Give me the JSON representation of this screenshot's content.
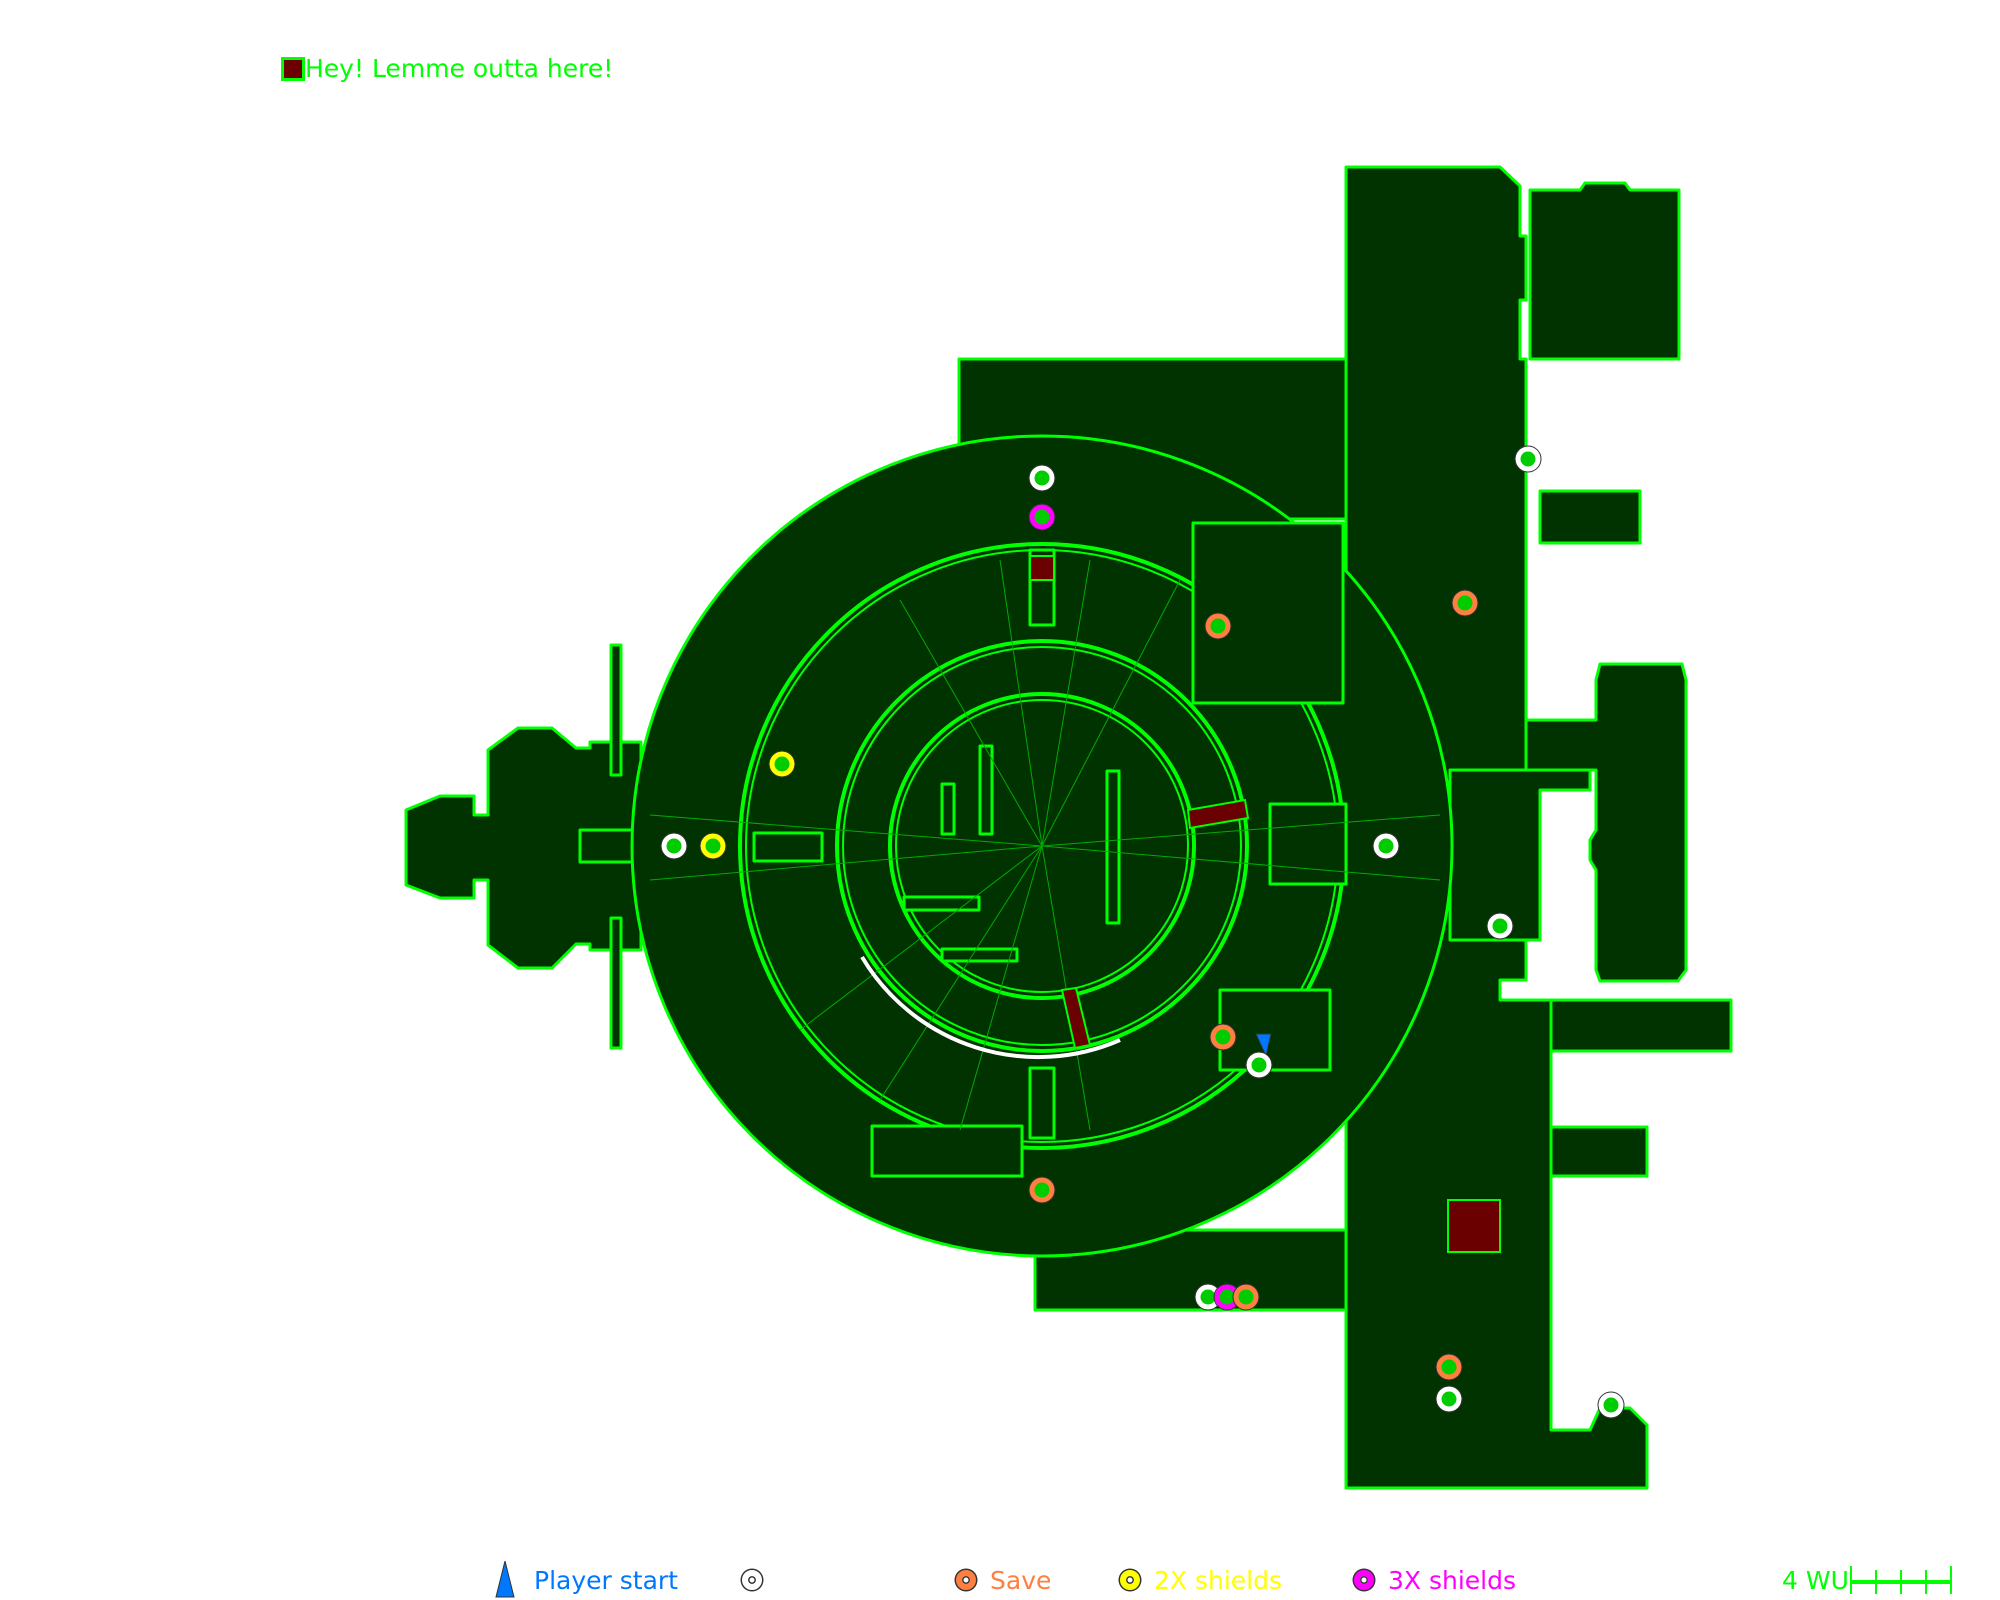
{
  "title": {
    "text": "Hey! Lemme outta here!",
    "icon": "level-icon"
  },
  "colors": {
    "wall": "#00ff00",
    "floor": "#003300",
    "hazard": "#6b0000",
    "player": "#0077ff",
    "save": "#ff7f40",
    "shield2x": "#ffff00",
    "shield3x": "#ff00ff",
    "generic": "#ffffff"
  },
  "legend": {
    "player_start": "Player start",
    "generic": "",
    "save": "Save",
    "shield2x": "2X shields",
    "shield3x": "3X shields",
    "scale": "4 WU"
  }
}
